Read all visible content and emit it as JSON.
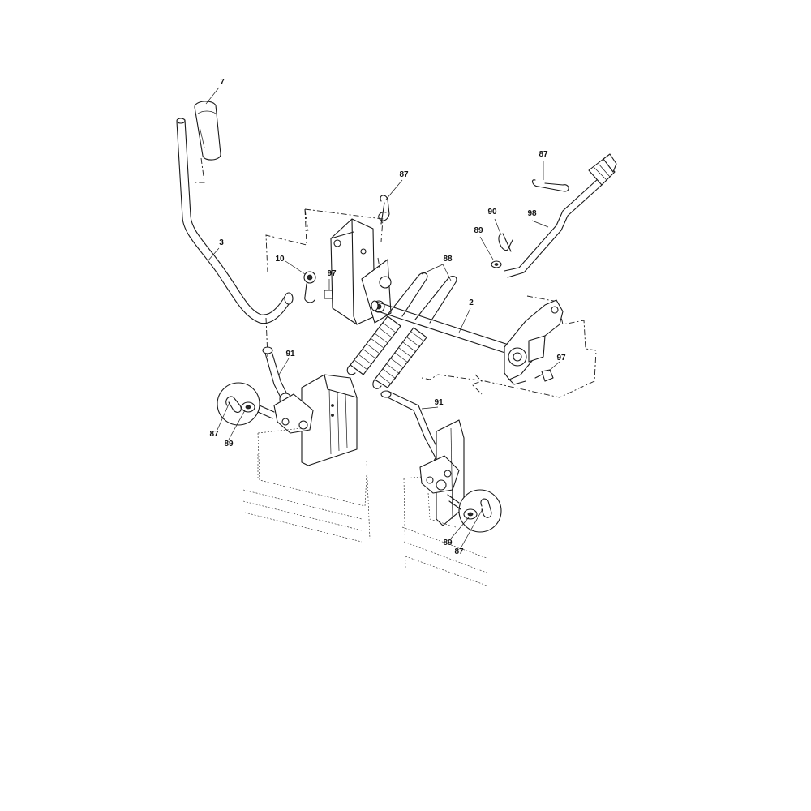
{
  "diagram": {
    "labels": [
      {
        "id": "label-7",
        "text": "7"
      },
      {
        "id": "label-3",
        "text": "3"
      },
      {
        "id": "label-10",
        "text": "10"
      },
      {
        "id": "label-97-left",
        "text": "97"
      },
      {
        "id": "label-87-top",
        "text": "87"
      },
      {
        "id": "label-88",
        "text": "88"
      },
      {
        "id": "label-2",
        "text": "2"
      },
      {
        "id": "label-87-right",
        "text": "87"
      },
      {
        "id": "label-90",
        "text": "90"
      },
      {
        "id": "label-98",
        "text": "98"
      },
      {
        "id": "label-89-right",
        "text": "89"
      },
      {
        "id": "label-97-right",
        "text": "97"
      },
      {
        "id": "label-91-left",
        "text": "91"
      },
      {
        "id": "label-87-left-detail",
        "text": "87"
      },
      {
        "id": "label-89-left-detail",
        "text": "89"
      },
      {
        "id": "label-91-right",
        "text": "91"
      },
      {
        "id": "label-89-right-detail",
        "text": "89"
      },
      {
        "id": "label-87-right-detail",
        "text": "87"
      }
    ]
  }
}
